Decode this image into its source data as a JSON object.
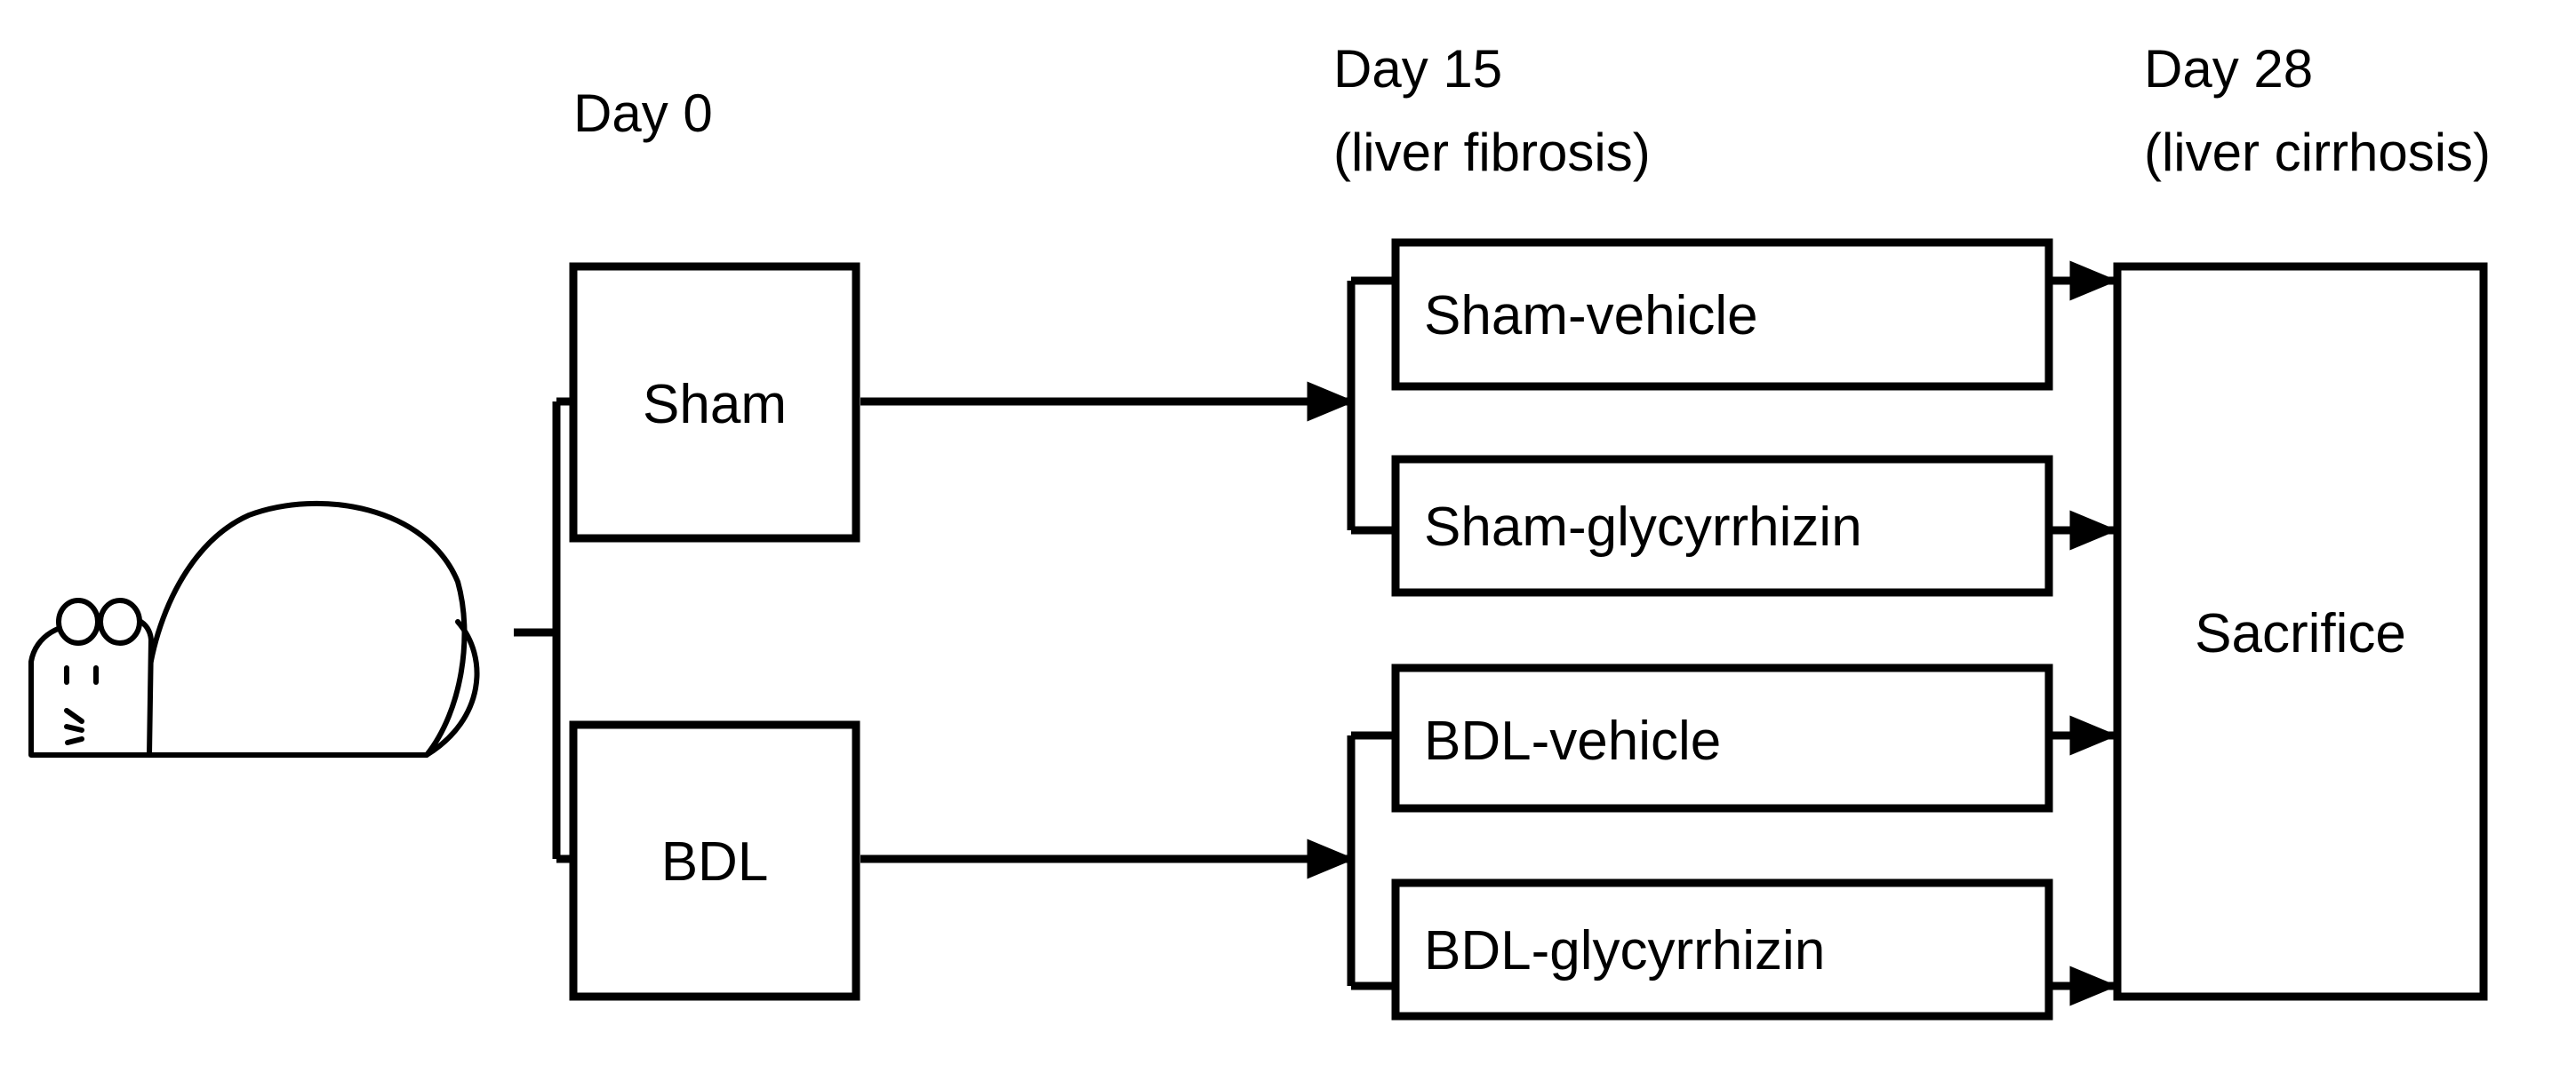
{
  "timeline": {
    "day0": {
      "label": "Day 0"
    },
    "day15": {
      "label": "Day 15",
      "note": "(liver fibrosis)"
    },
    "day28": {
      "label": "Day 28",
      "note": "(liver cirrhosis)"
    }
  },
  "surgery_groups": [
    {
      "label": "Sham"
    },
    {
      "label": "BDL"
    }
  ],
  "treatment_groups": [
    {
      "label": "Sham-vehicle"
    },
    {
      "label": "Sham-glycyrrhizin"
    },
    {
      "label": "BDL-vehicle"
    },
    {
      "label": "BDL-glycyrrhizin"
    }
  ],
  "endpoint": {
    "label": "Sacrifice"
  },
  "icons": {
    "subject": "mouse-icon"
  }
}
